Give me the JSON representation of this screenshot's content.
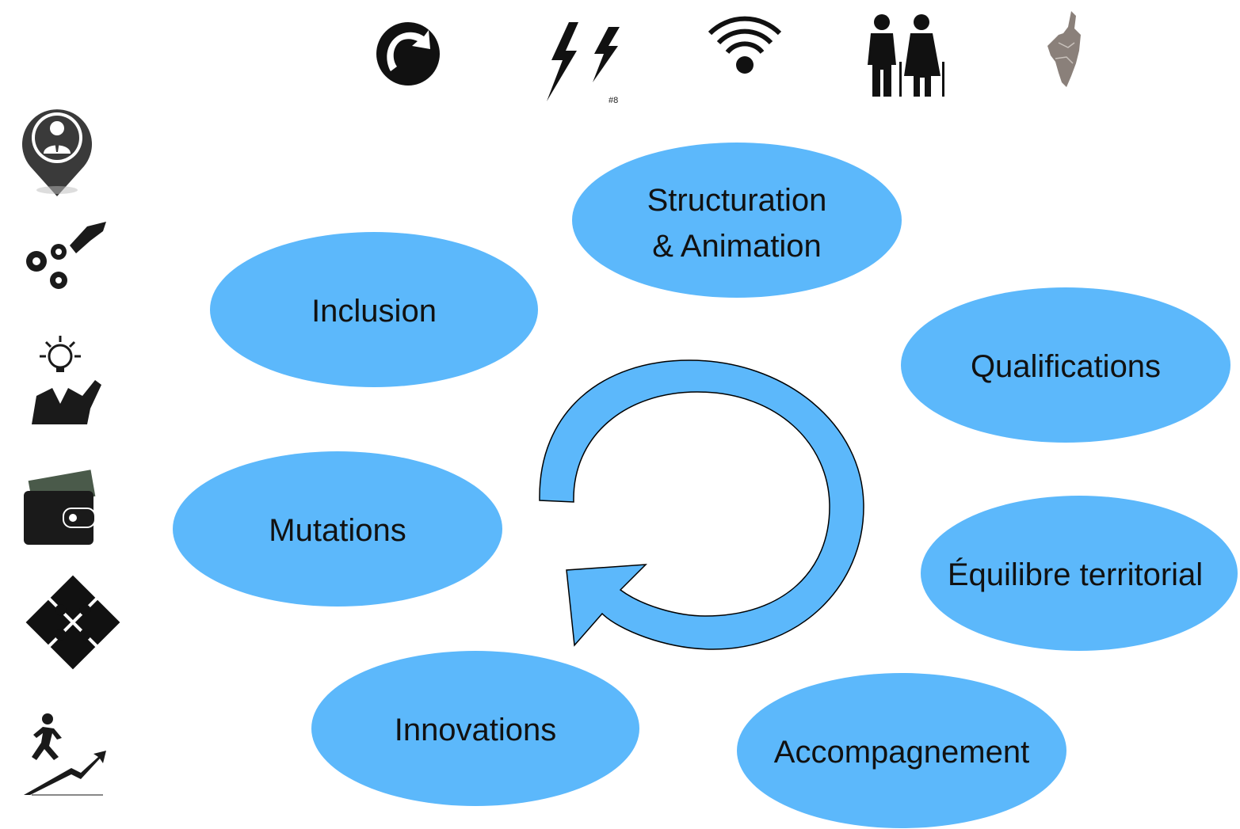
{
  "colors": {
    "bubble_fill": "#5cb8fb",
    "arrow_fill": "#5cb8fb",
    "stroke": "#000000",
    "icon_dark": "#1a1a1a",
    "icon_map": "#8a807a"
  },
  "top_icons": [
    {
      "name": "recycling-arrow-icon"
    },
    {
      "name": "lightning-bolts-icon",
      "caption": "#8"
    },
    {
      "name": "wifi-signal-icon"
    },
    {
      "name": "elderly-couple-icon"
    },
    {
      "name": "corsica-map-icon"
    }
  ],
  "side_icons": [
    {
      "name": "person-location-pin-icon"
    },
    {
      "name": "hand-gears-icon"
    },
    {
      "name": "lightbulb-businessman-icon"
    },
    {
      "name": "wallet-money-icon"
    },
    {
      "name": "puzzle-pieces-icon"
    },
    {
      "name": "runner-rising-chart-icon"
    }
  ],
  "center_icon": "cycle-arrow-icon",
  "bubbles": [
    {
      "id": "structuration",
      "lines": [
        "Structuration",
        "& Animation"
      ]
    },
    {
      "id": "inclusion",
      "lines": [
        "Inclusion"
      ]
    },
    {
      "id": "qualifications",
      "lines": [
        "Qualifications"
      ]
    },
    {
      "id": "mutations",
      "lines": [
        "Mutations"
      ]
    },
    {
      "id": "equilibre",
      "lines": [
        "Équilibre territorial"
      ]
    },
    {
      "id": "innovations",
      "lines": [
        "Innovations"
      ]
    },
    {
      "id": "accompagnement",
      "lines": [
        "Accompagnement"
      ]
    }
  ]
}
